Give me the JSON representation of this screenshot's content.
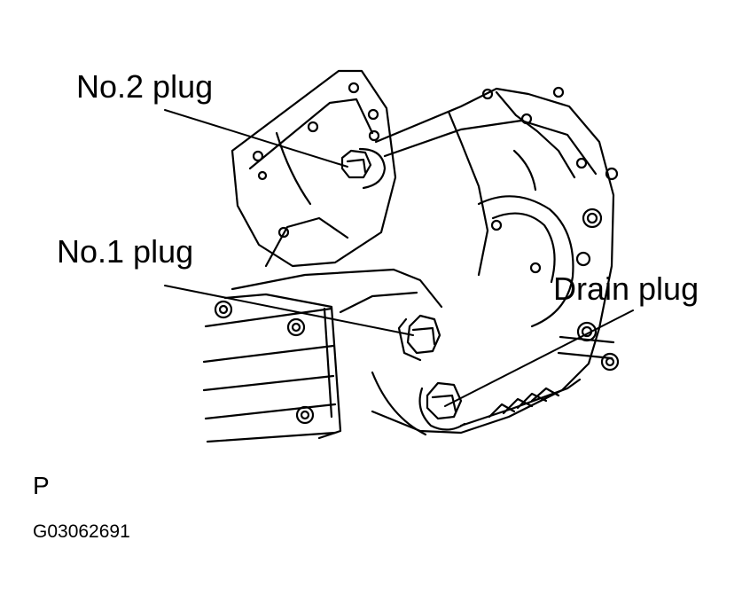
{
  "labels": {
    "no2_plug": "No.2 plug",
    "no1_plug": "No.1 plug",
    "drain_plug": "Drain plug",
    "view_marker": "P",
    "figure_code": "G03062691"
  },
  "colors": {
    "ink": "#000000",
    "paper": "#ffffff"
  }
}
